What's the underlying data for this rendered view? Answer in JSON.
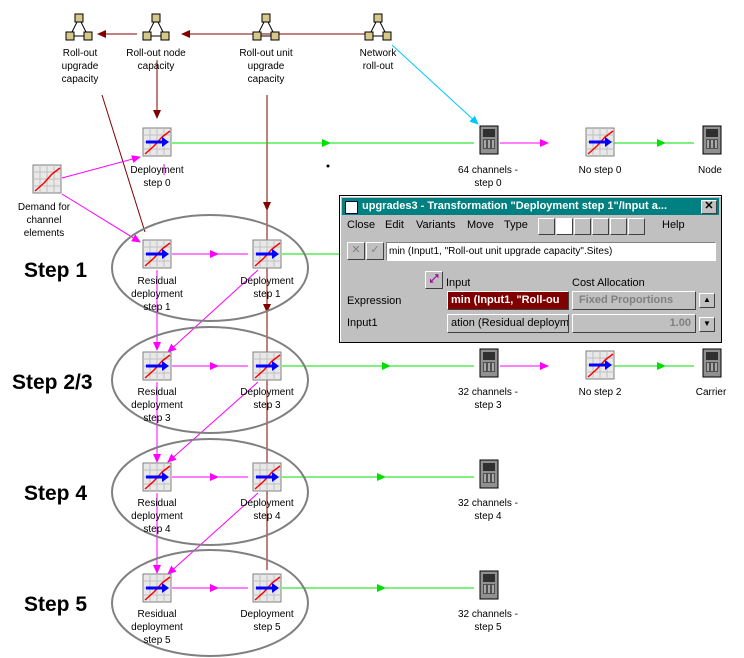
{
  "top_nodes": [
    {
      "label": "Roll-out\nupgrade\ncapacity"
    },
    {
      "label": "Roll-out node\ncapacity"
    },
    {
      "label": "Roll-out unit\nupgrade\ncapacity"
    },
    {
      "label": "Network\nroll-out"
    }
  ],
  "demand": {
    "label": "Demand for\nchannel\nelements"
  },
  "row0": {
    "deployment": "Deployment\nstep 0",
    "channels": "64 channels -\nstep 0",
    "no_step": "No step 0",
    "node": "Node"
  },
  "row1": {
    "residual": "Residual\ndeployment\nstep 1",
    "deployment": "Deployment\nstep 1"
  },
  "row3": {
    "residual": "Residual\ndeployment\nstep 3",
    "deployment": "Deployment\nstep 3",
    "channels": "32 channels -\nstep 3",
    "no_step": "No step 2",
    "carrier": "Carrier"
  },
  "row4": {
    "residual": "Residual\ndeployment\nstep 4",
    "deployment": "Deployment\nstep 4",
    "channels": "32 channels -\nstep 4"
  },
  "row5": {
    "residual": "Residual\ndeployment\nstep 5",
    "deployment": "Deployment\nstep 5",
    "channels": "32 channels -\nstep 5"
  },
  "steps": [
    "Step 1",
    "Step 2/3",
    "Step 4",
    "Step 5"
  ],
  "dialog": {
    "title": "upgrades3 - Transformation \"Deployment step 1\"/Input a...",
    "menu": [
      "Close",
      "Edit",
      "Variants",
      "Move",
      "Type",
      "Help"
    ],
    "formula": "min (Input1, \"Roll-out unit upgrade capacity\".Sites)",
    "col_input": "Input",
    "col_cost": "Cost Allocation",
    "row_expression": "Expression",
    "row_input1": "Input1",
    "expr_value": "min (Input1, \"Roll-ou",
    "cost_value": "Fixed Proportions",
    "input1_value": "ation (Residual deployme",
    "input1_num": "1.00"
  },
  "colors": {
    "green": "#00ff00",
    "magenta": "#ff00ff",
    "darkred": "#800000",
    "cyan": "#00c8ff",
    "title_bg": "#008080"
  }
}
